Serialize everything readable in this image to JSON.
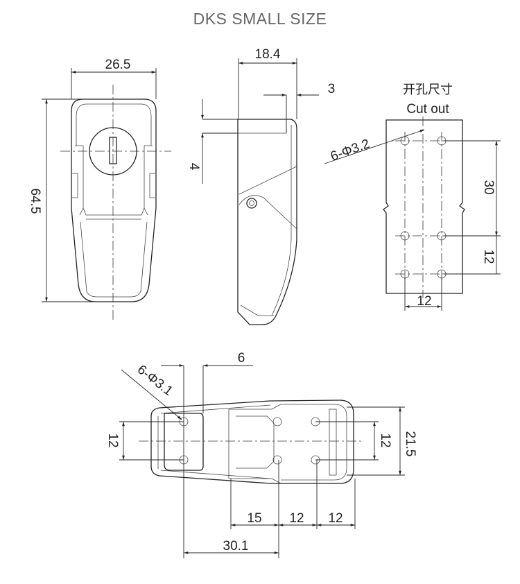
{
  "title": "DKS SMALL SIZE",
  "front_view": {
    "width_dim": "26.5",
    "height_dim": "64.5"
  },
  "side_view": {
    "depth_dim": "18.4",
    "offset_dim": "3",
    "step_dim": "4"
  },
  "cutout": {
    "label_cn": "开孔尺寸",
    "label_en": "Cut out",
    "holes_label": "6-Φ3.2",
    "vertical_spacing": "30",
    "vertical_spacing_small": "12",
    "horizontal_spacing": "12"
  },
  "bottom_view": {
    "holes_label": "6-Φ3.1",
    "offset_dim": "6",
    "left_spacing": "12",
    "right_spacing": "12",
    "overall_height": "21.5",
    "dim_15": "15",
    "dim_12a": "12",
    "dim_12b": "12",
    "dim_30_1": "30.1"
  }
}
